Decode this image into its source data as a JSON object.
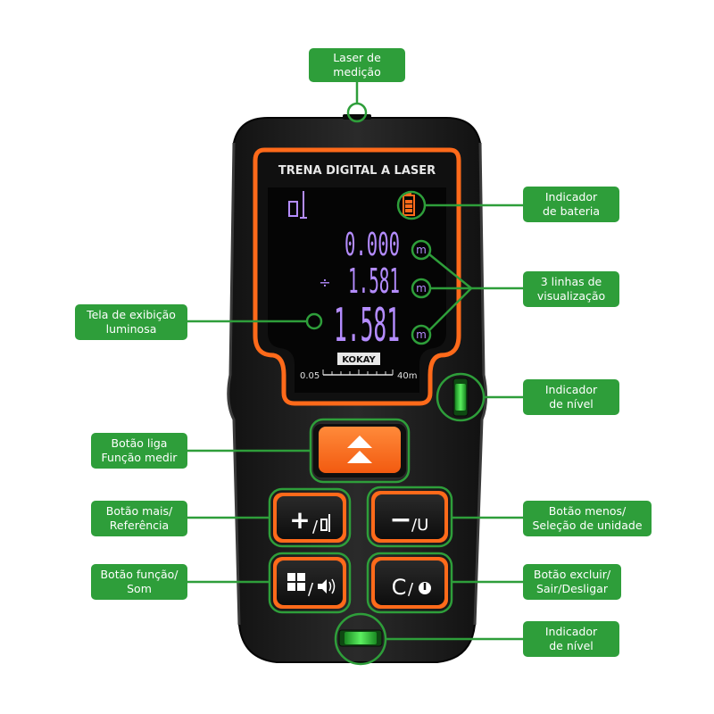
{
  "colors": {
    "accent": "#ff6a1a",
    "callout": "#2e9e3a",
    "body": "#1e1e1e",
    "lcd_digits": "#b48cff",
    "bubble_green": "#3fd44a"
  },
  "device": {
    "screen_title": "TRENA DIGITAL A LASER",
    "readout_1": "0.000",
    "readout_2": "1.581",
    "readout_3": "1.581",
    "unit_1": "m",
    "unit_2": "m",
    "unit_3": "m",
    "operator": "÷",
    "brand": "KOKAY",
    "scale_min": "0.05",
    "scale_max": "40m",
    "battery_icon": "battery-icon",
    "reference_icon": "reference-rear-icon",
    "buttons": {
      "measure": {
        "icon": "double-chevron-up-icon"
      },
      "plus": {
        "symbol": "+",
        "suffix": "/",
        "icon": "reference-icon"
      },
      "minus": {
        "symbol": "−",
        "suffix": "/U"
      },
      "function": {
        "icon": "grid-icon",
        "suffix": "/",
        "icon2": "speaker-icon"
      },
      "clear": {
        "symbol": "C",
        "suffix": "/",
        "icon": "power-icon"
      }
    }
  },
  "callouts": {
    "laser": {
      "line1": "Laser de",
      "line2": "medição"
    },
    "battery": {
      "line1": "Indicador",
      "line2": "de bateria"
    },
    "lines": {
      "line1": "3 linhas de",
      "line2": "visualização"
    },
    "screen": {
      "line1": "Tela de exibição",
      "line2": "luminosa"
    },
    "level_side": {
      "line1": "Indicador",
      "line2": "de nível"
    },
    "power": {
      "line1": "Botão liga",
      "line2": "Função medir"
    },
    "plus": {
      "line1": "Botão mais/",
      "line2": "Referência"
    },
    "minus": {
      "line1": "Botão menos/",
      "line2": "Seleção de unidade"
    },
    "function": {
      "line1": "Botão função/",
      "line2": "Som"
    },
    "clear": {
      "line1": "Botão excluir/",
      "line2": "Sair/Desligar"
    },
    "level_bottom": {
      "line1": "Indicador",
      "line2": "de nível"
    }
  }
}
